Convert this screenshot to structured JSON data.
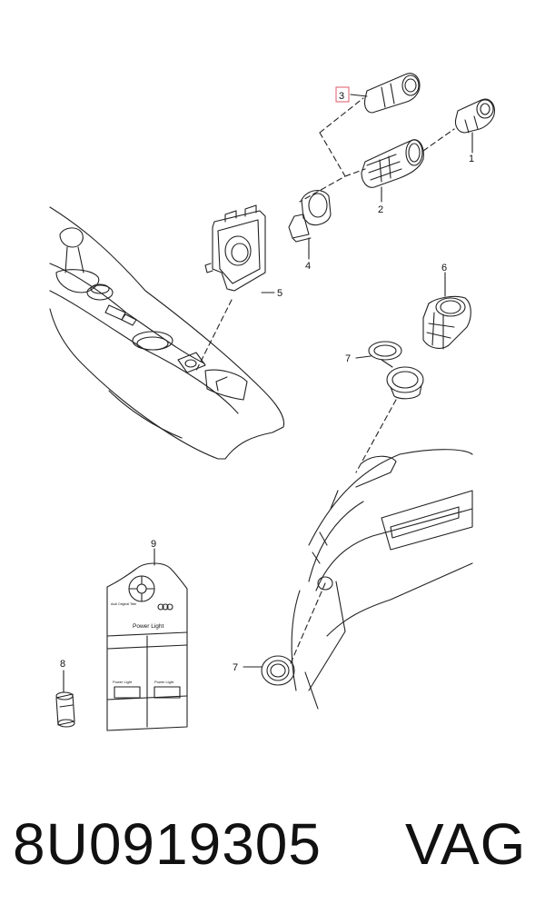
{
  "callouts": {
    "c1": "1",
    "c2": "2",
    "c3": "3",
    "c4": "4",
    "c5": "5",
    "c6": "6",
    "c7a": "7",
    "c7b": "7",
    "c8": "8",
    "c9": "9"
  },
  "package": {
    "brand_line": "Audi Original Teile",
    "product": "Power Light",
    "small_label_left": "Power Light",
    "small_label_right": "Power Light"
  },
  "footer": {
    "part_number": "8U0919305",
    "brand": "VAG"
  },
  "colors": {
    "line": "#222222",
    "highlight": "#e05a6a"
  }
}
